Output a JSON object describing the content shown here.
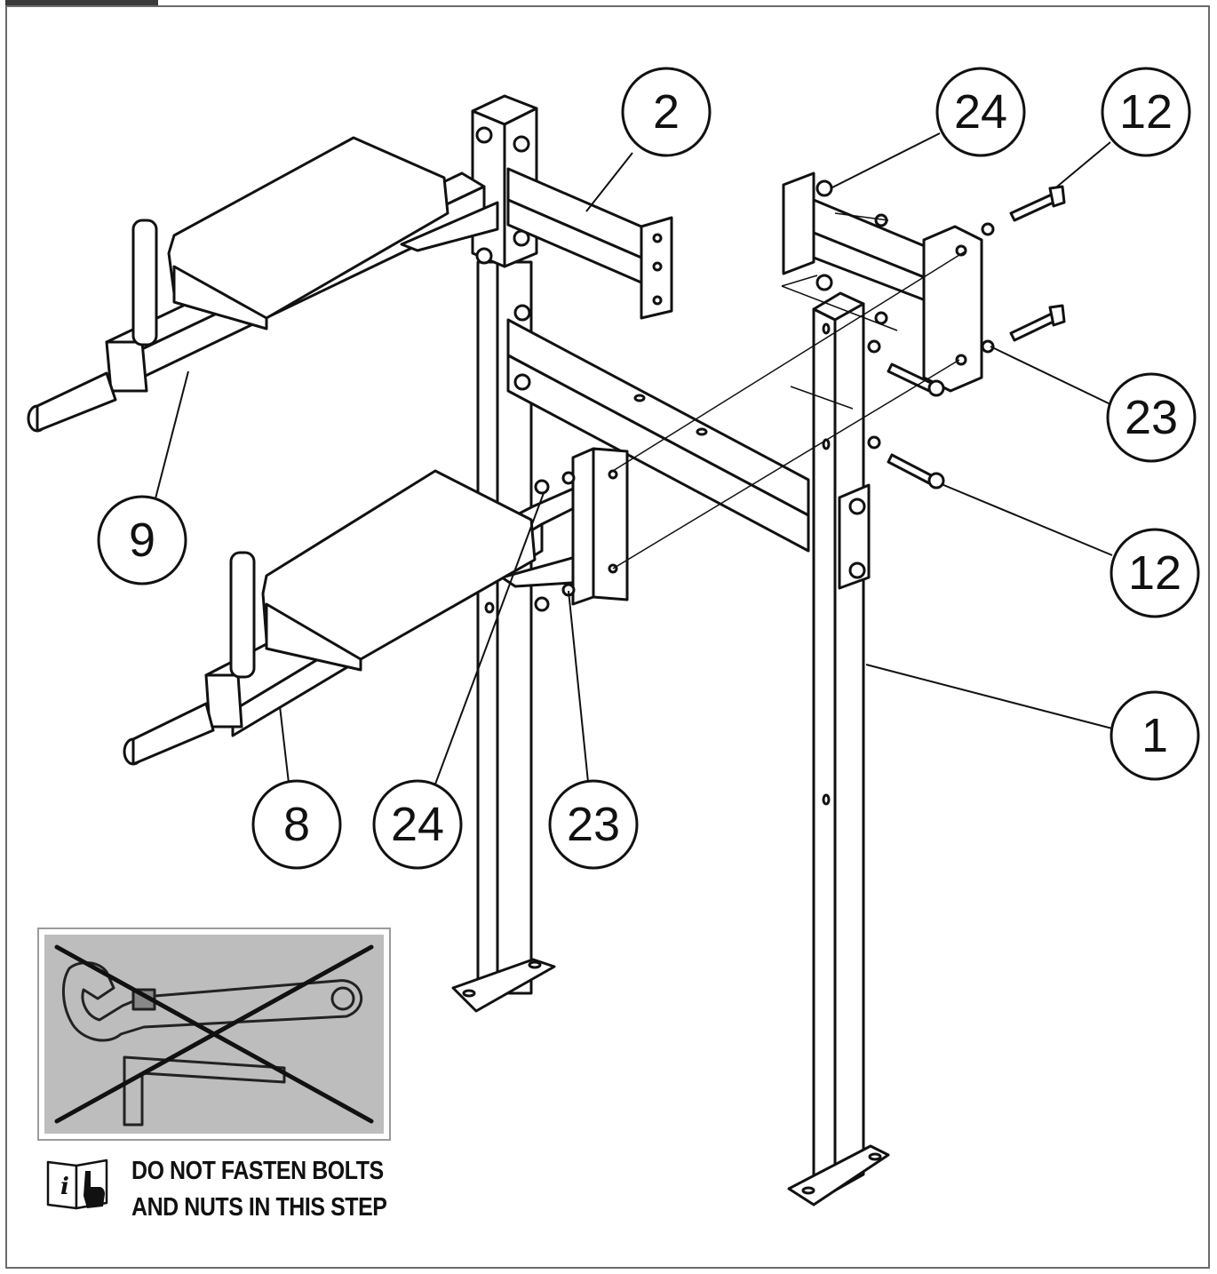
{
  "callouts": {
    "c1": "1",
    "c2": "2",
    "c8": "8",
    "c9": "9",
    "c12a": "12",
    "c12b": "12",
    "c23a": "23",
    "c23b": "23",
    "c24a": "24",
    "c24b": "24"
  },
  "note": {
    "line1": "DO NOT FASTEN BOLTS",
    "line2": "AND NUTS IN THIS STEP"
  },
  "icons": {
    "warning": "crossed-out-wrench-and-hex-key-icon",
    "info": "info-manual-icon"
  },
  "colors": {
    "line": "#111111",
    "panel_gray": "#bdbdbd",
    "frame": "#6b6b6b"
  }
}
